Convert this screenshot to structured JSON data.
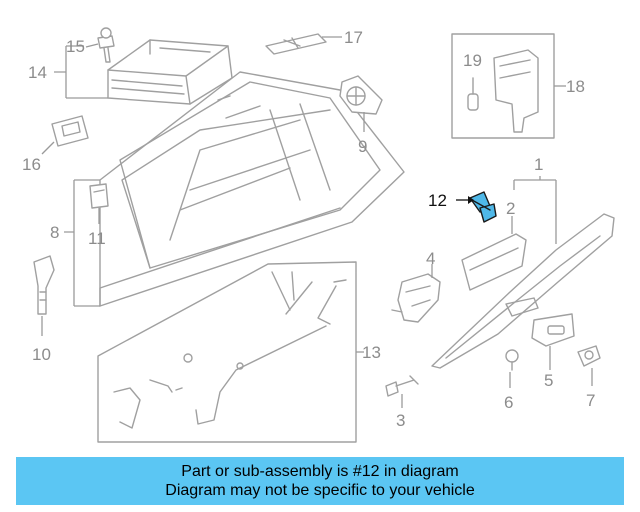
{
  "diagram": {
    "highlighted_part": "12",
    "highlight_color": "#4fb8e8",
    "callouts": [
      "1",
      "2",
      "3",
      "4",
      "5",
      "6",
      "7",
      "8",
      "9",
      "10",
      "11",
      "12",
      "13",
      "14",
      "15",
      "16",
      "17",
      "18",
      "19"
    ]
  },
  "banner": {
    "line1": "Part or sub-assembly is #12 in diagram",
    "line2": "Diagram may not be specific to your vehicle",
    "background": "#5bc6f3"
  }
}
